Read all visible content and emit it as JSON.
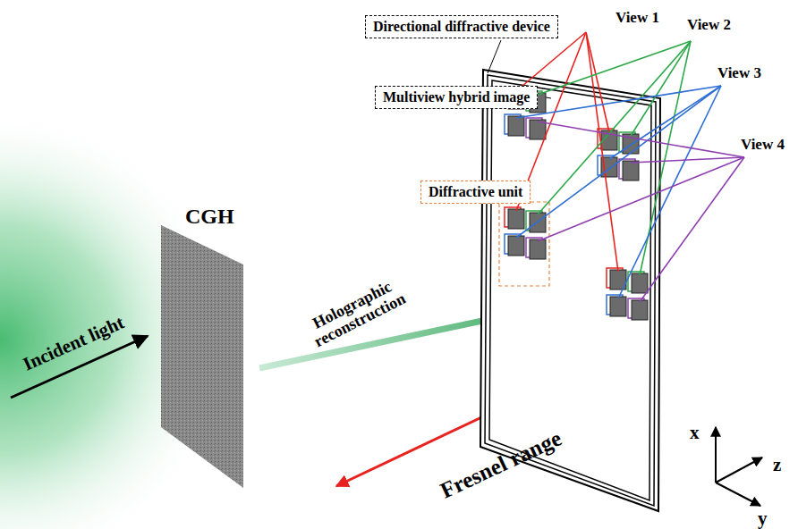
{
  "diagram": {
    "nodes": [
      {
        "text": [
          "Directional diffractive device"
        ]
      },
      {
        "text": [
          "Multiview hybrid image"
        ]
      },
      {
        "text": [
          "Diffractive unit"
        ]
      },
      {
        "text": [
          "CGH"
        ]
      }
    ],
    "labels": [
      "View 1",
      "View 2",
      "View 3",
      "View 4",
      "Incident light",
      "Holographic reconstruction",
      "Fresnel range",
      "x",
      "z",
      "y"
    ]
  }
}
